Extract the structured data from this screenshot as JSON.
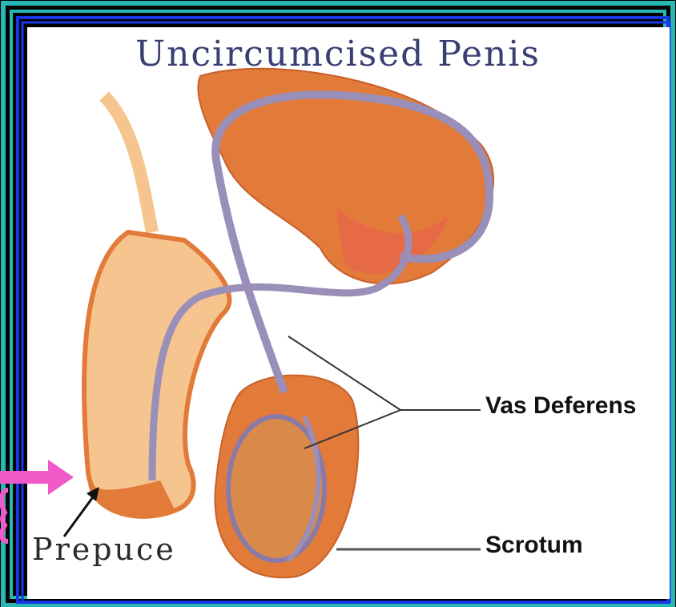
{
  "title": "Uncircumcised Penis",
  "labels": {
    "vas_deferens": "Vas Deferens",
    "scrotum": "Scrotum",
    "prepuce": "Prepuce"
  },
  "colors": {
    "border_teal": "#27b8b5",
    "border_blue": "#1637e8",
    "background": "#000000",
    "tissue": "#e27a3a",
    "tissue_light": "#f6c58f",
    "duct": "#9a8fb8",
    "pink_arrow": "#f05ac8"
  }
}
